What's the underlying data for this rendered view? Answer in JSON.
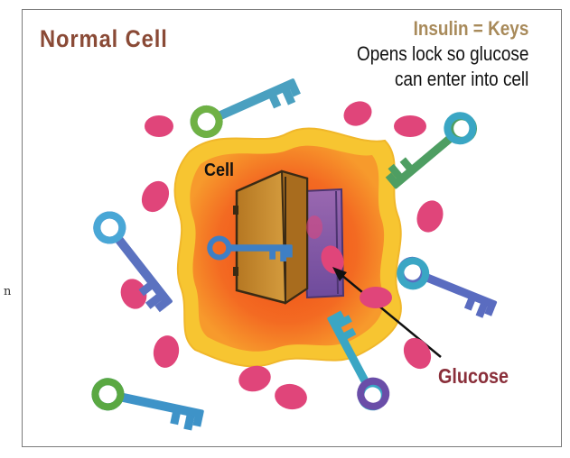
{
  "title": "Normal Cell",
  "caption": {
    "heading": "Insulin = Keys",
    "line1": "Opens lock so glucose",
    "line2": "can enter into cell"
  },
  "labels": {
    "cell": "Cell",
    "glucose": "Glucose",
    "margin_fragment": "n"
  },
  "colors": {
    "title": "#8a4a36",
    "heading": "#a88a5a",
    "glucose_label": "#8a2f3a",
    "glucose_molecule": "#e0457a",
    "cell_outer": "#f7c531",
    "cell_inner": "#f25b1c",
    "door": "#d9a03a"
  },
  "icons": [
    "key-icon",
    "glucose-molecule",
    "cell-door",
    "pointer-arrow"
  ]
}
